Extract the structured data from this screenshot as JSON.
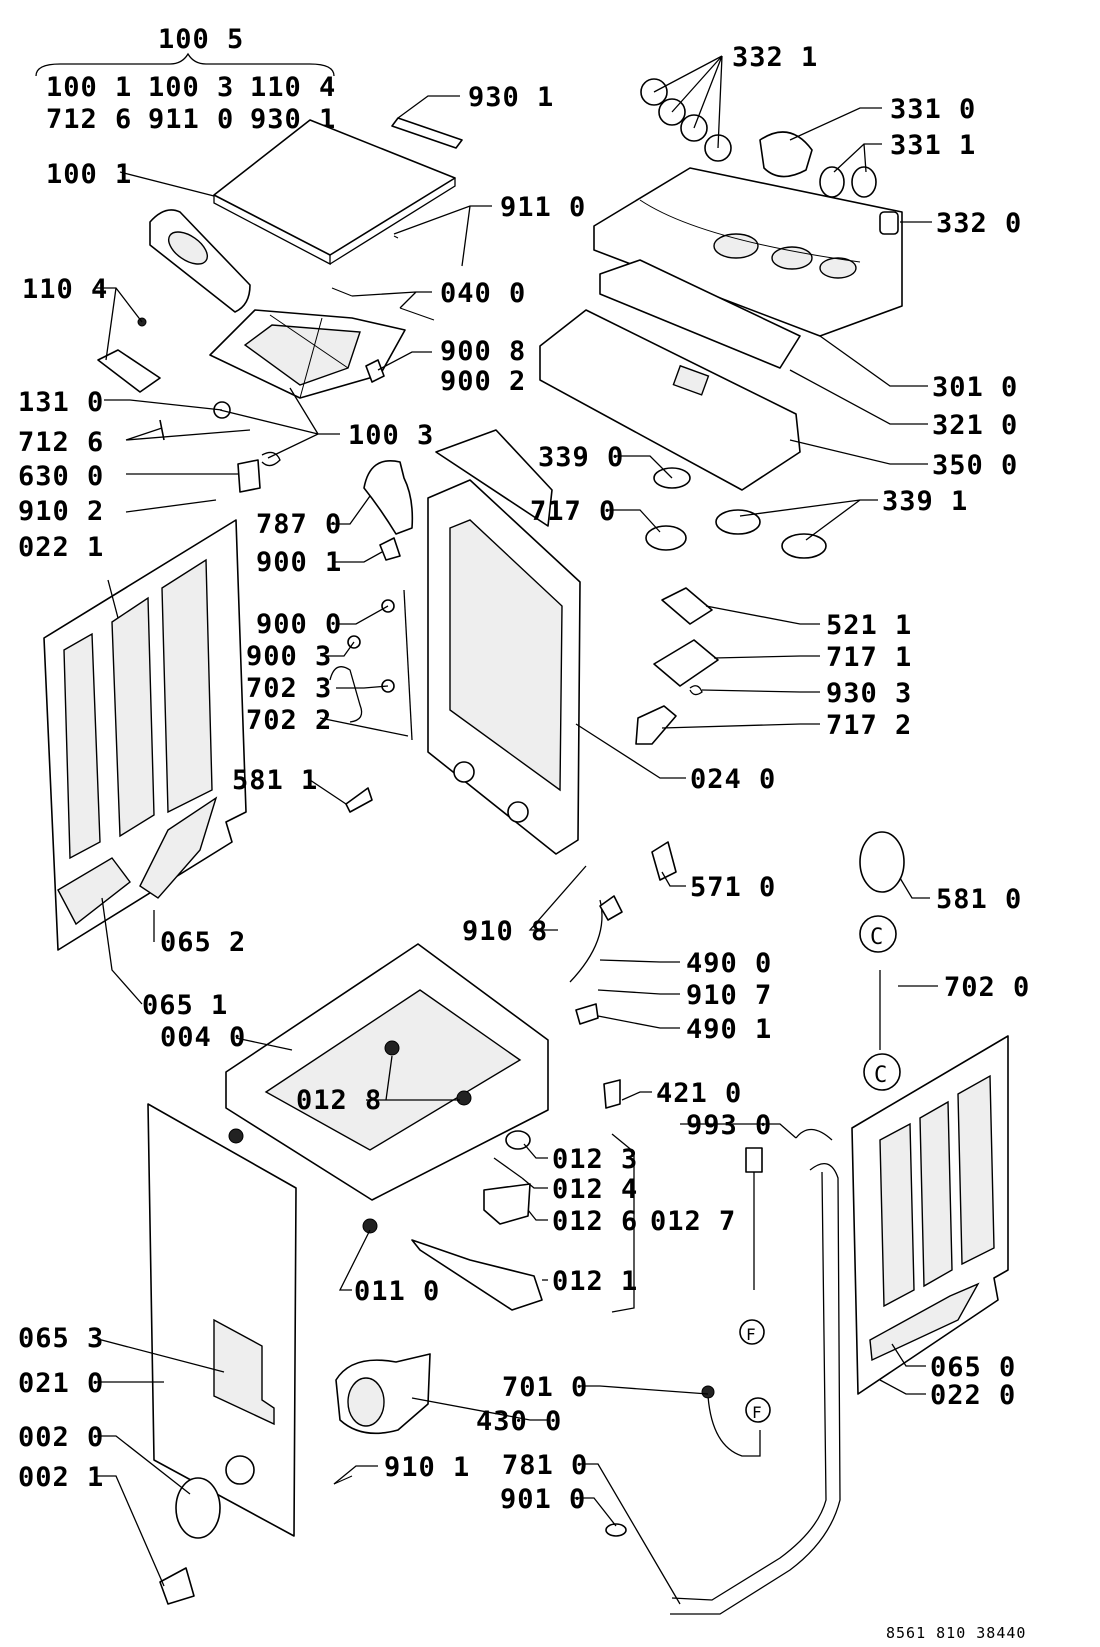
{
  "header": {
    "group_label": "100 5",
    "group_items": [
      "100 1",
      "100 3",
      "110 4",
      "712 6",
      "911 0",
      "930 1"
    ]
  },
  "labels": [
    {
      "id": "9301a",
      "text": "930 1"
    },
    {
      "id": "1001",
      "text": "100 1"
    },
    {
      "id": "9110",
      "text": "911 0"
    },
    {
      "id": "1104",
      "text": "110 4"
    },
    {
      "id": "0400",
      "text": "040 0"
    },
    {
      "id": "9008",
      "text": "900 8"
    },
    {
      "id": "9002",
      "text": "900 2"
    },
    {
      "id": "1310",
      "text": "131 0"
    },
    {
      "id": "1003",
      "text": "100 3"
    },
    {
      "id": "7126",
      "text": "712 6"
    },
    {
      "id": "6300",
      "text": "630 0"
    },
    {
      "id": "9102",
      "text": "910 2"
    },
    {
      "id": "0221",
      "text": "022 1"
    },
    {
      "id": "7870",
      "text": "787 0"
    },
    {
      "id": "9001",
      "text": "900 1"
    },
    {
      "id": "9000",
      "text": "900 0"
    },
    {
      "id": "9003",
      "text": "900 3"
    },
    {
      "id": "7023",
      "text": "702 3"
    },
    {
      "id": "7022",
      "text": "702 2"
    },
    {
      "id": "5811",
      "text": "581 1"
    },
    {
      "id": "0652",
      "text": "065 2"
    },
    {
      "id": "0651",
      "text": "065 1"
    },
    {
      "id": "0040",
      "text": "004 0"
    },
    {
      "id": "0128",
      "text": "012 8"
    },
    {
      "id": "0653",
      "text": "065 3"
    },
    {
      "id": "0210",
      "text": "021 0"
    },
    {
      "id": "0020",
      "text": "002 0"
    },
    {
      "id": "0021",
      "text": "002 1"
    },
    {
      "id": "0110",
      "text": "011 0"
    },
    {
      "id": "3321",
      "text": "332 1"
    },
    {
      "id": "3310",
      "text": "331 0"
    },
    {
      "id": "3311",
      "text": "331 1"
    },
    {
      "id": "3320",
      "text": "332 0"
    },
    {
      "id": "3010",
      "text": "301 0"
    },
    {
      "id": "3210",
      "text": "321 0"
    },
    {
      "id": "3500",
      "text": "350 0"
    },
    {
      "id": "3390",
      "text": "339 0"
    },
    {
      "id": "7170",
      "text": "717 0"
    },
    {
      "id": "3391",
      "text": "339 1"
    },
    {
      "id": "5211",
      "text": "521 1"
    },
    {
      "id": "7171",
      "text": "717 1"
    },
    {
      "id": "9303",
      "text": "930 3"
    },
    {
      "id": "7172",
      "text": "717 2"
    },
    {
      "id": "0240",
      "text": "024 0"
    },
    {
      "id": "5710",
      "text": "571 0"
    },
    {
      "id": "5810",
      "text": "581 0"
    },
    {
      "id": "9108",
      "text": "910 8"
    },
    {
      "id": "4900",
      "text": "490 0"
    },
    {
      "id": "9107",
      "text": "910 7"
    },
    {
      "id": "4901",
      "text": "490 1"
    },
    {
      "id": "7020",
      "text": "702 0"
    },
    {
      "id": "4210",
      "text": "421 0"
    },
    {
      "id": "9930",
      "text": "993 0"
    },
    {
      "id": "0123",
      "text": "012 3"
    },
    {
      "id": "0124",
      "text": "012 4"
    },
    {
      "id": "0126",
      "text": "012 6"
    },
    {
      "id": "0127",
      "text": "012 7"
    },
    {
      "id": "0121",
      "text": "012 1"
    },
    {
      "id": "0650",
      "text": "065 0"
    },
    {
      "id": "0220",
      "text": "022 0"
    },
    {
      "id": "7010",
      "text": "701 0"
    },
    {
      "id": "4300",
      "text": "430 0"
    },
    {
      "id": "9101",
      "text": "910 1"
    },
    {
      "id": "7810",
      "text": "781 0"
    },
    {
      "id": "9010",
      "text": "901 0"
    }
  ],
  "callout_letters": {
    "c_top": "C",
    "c_bottom": "C",
    "f_top": "F",
    "f_bottom": "F"
  },
  "drawing_code": "8561 810 38440"
}
